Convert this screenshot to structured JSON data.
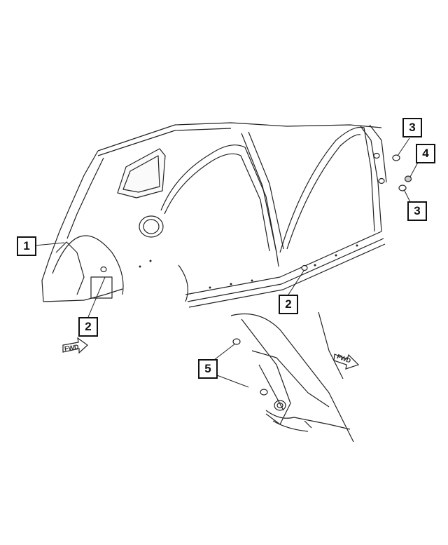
{
  "diagram": {
    "callouts": [
      {
        "id": "c1",
        "label": "1"
      },
      {
        "id": "c2a",
        "label": "2"
      },
      {
        "id": "c2b",
        "label": "2"
      },
      {
        "id": "c3a",
        "label": "3"
      },
      {
        "id": "c3b",
        "label": "3"
      },
      {
        "id": "c4",
        "label": "4"
      },
      {
        "id": "c5",
        "label": "5"
      }
    ],
    "fwd_arrows": [
      {
        "id": "fwd-left",
        "label": "FWD"
      },
      {
        "id": "fwd-right",
        "label": "FWD"
      }
    ],
    "line_color": "#222222",
    "fill_color": "#f4f4f4"
  }
}
